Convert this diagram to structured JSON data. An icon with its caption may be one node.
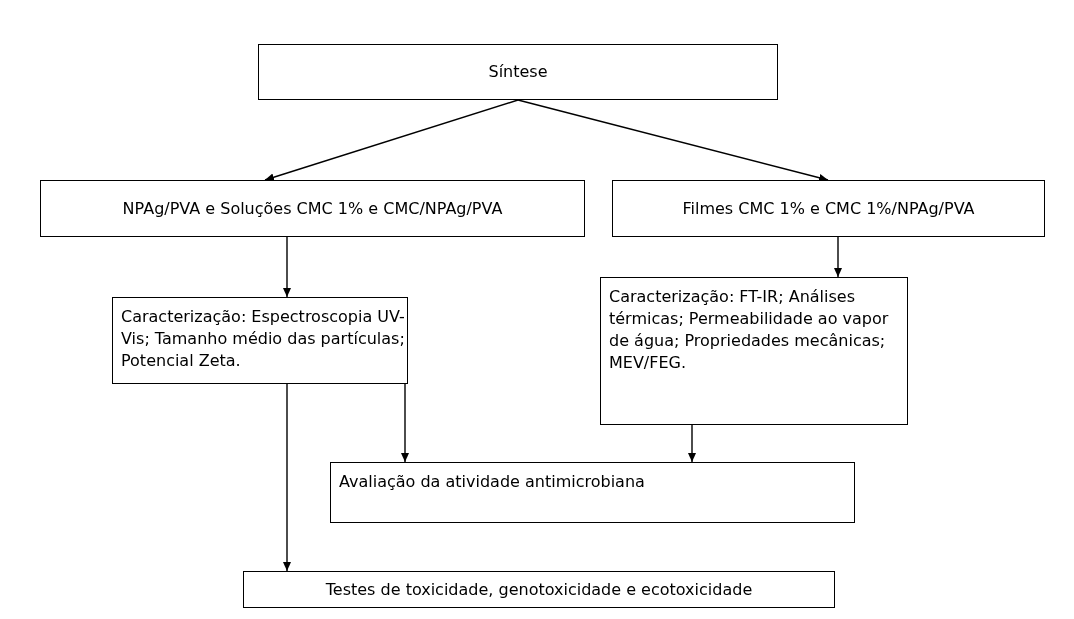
{
  "diagram": {
    "nodes": [
      {
        "text": [
          "Síntese"
        ]
      },
      {
        "text": [
          "NPAg/PVA e Soluções CMC 1% e CMC/NPAg/PVA"
        ]
      },
      {
        "text": [
          "Filmes CMC 1% e CMC 1%/NPAg/PVA"
        ]
      },
      {
        "text": [
          "Caracterização: Espectroscopia UV-Vis; Tamanho médio das partículas; Potencial Zeta."
        ]
      },
      {
        "text": [
          "Caracterização: FT-IR; Análises térmicas; Permeabilidade ao vapor de água; Propriedades mecânicas; MEV/FEG."
        ]
      },
      {
        "text": [
          "Avaliação da atividade antimicrobiana"
        ]
      },
      {
        "text": [
          "Testes de toxicidade, genotoxicidade e ecotoxicidade"
        ]
      }
    ],
    "edges": [
      {
        "from": 0,
        "to": 1,
        "arrow": "to"
      },
      {
        "from": 0,
        "to": 2,
        "arrow": "to"
      },
      {
        "from": 1,
        "to": 3,
        "arrow": "to"
      },
      {
        "from": 2,
        "to": 4,
        "arrow": "to"
      },
      {
        "from": 3,
        "to": 5,
        "arrow": "to"
      },
      {
        "from": 4,
        "to": 5,
        "arrow": "to"
      },
      {
        "from": 3,
        "to": 6,
        "arrow": "to"
      }
    ]
  }
}
